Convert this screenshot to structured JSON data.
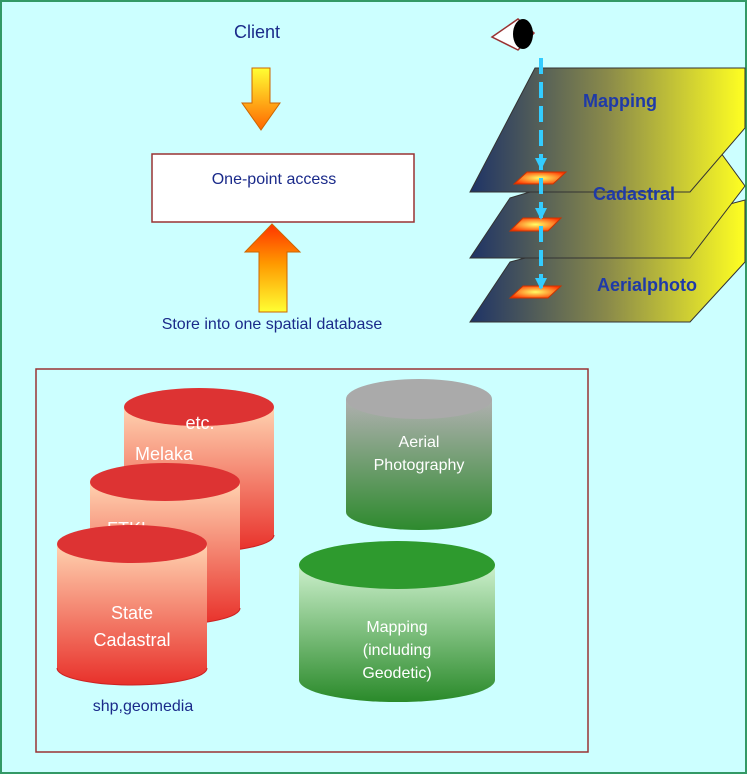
{
  "client_label": "Client",
  "access_label": "One-point access",
  "store_label": "Store into one spatial database",
  "layers": {
    "mapping": "Mapping",
    "cadastral": "Cadastral",
    "aerialphoto": "Aerialphoto"
  },
  "databases": {
    "etc": "etc.",
    "melaka": "Melaka",
    "ftkl": "FTKL",
    "state_line1": "State",
    "state_line2": "Cadastral",
    "aerial_line1": "Aerial",
    "aerial_line2": "Photography",
    "mapping_line1": "Mapping",
    "mapping_line2": "(including",
    "mapping_line3": "Geodetic)"
  },
  "format_label": "shp,geomedia",
  "colors": {
    "background": "#ccffff",
    "border": "#339966",
    "box_border": "#993333",
    "layer_text": "#1f3aa8",
    "client_text": "#1a2a8a",
    "dashed_arrow": "#33ccff"
  }
}
